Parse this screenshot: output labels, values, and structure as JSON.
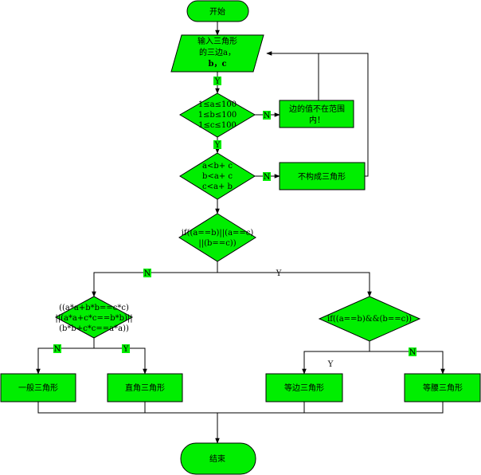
{
  "nodes": {
    "start": "开始",
    "input": [
      "输入三角形",
      "的三边a，",
      "b，c"
    ],
    "range_check": [
      "1≤a≤100",
      "1≤b≤100",
      "1≤c≤100"
    ],
    "out_of_range": [
      "边的值不在范围",
      "内！"
    ],
    "triangle_check": [
      "a<b+ c",
      "b<a+ c",
      "c<a+ b"
    ],
    "not_triangle": "不构成三角形",
    "isosceles_check": [
      "if((a==b)||(a==c)",
      "||(b==c))"
    ],
    "right_check": [
      "((a*a+b*b==c*c)",
      "||(a*a+c*c==b*b)||",
      "(b*b+c*c==a*a))"
    ],
    "equilateral_check": "if((a==b)&&(b==c))",
    "general": "一般三角形",
    "right": "直角三角形",
    "equilateral": "等边三角形",
    "isosceles": "等腰三角形",
    "end": "结束"
  },
  "labels": {
    "input_yes": "Y",
    "range_no": "N",
    "range_yes": "Y",
    "triangle_no": "N",
    "iso_no": "N",
    "iso_yes": "Y",
    "right_no": "N",
    "right_yes": "Y",
    "equi_no": "N",
    "equi_yes": "Y"
  },
  "colors": {
    "fill": "#00ee00",
    "stroke": "#000000"
  }
}
